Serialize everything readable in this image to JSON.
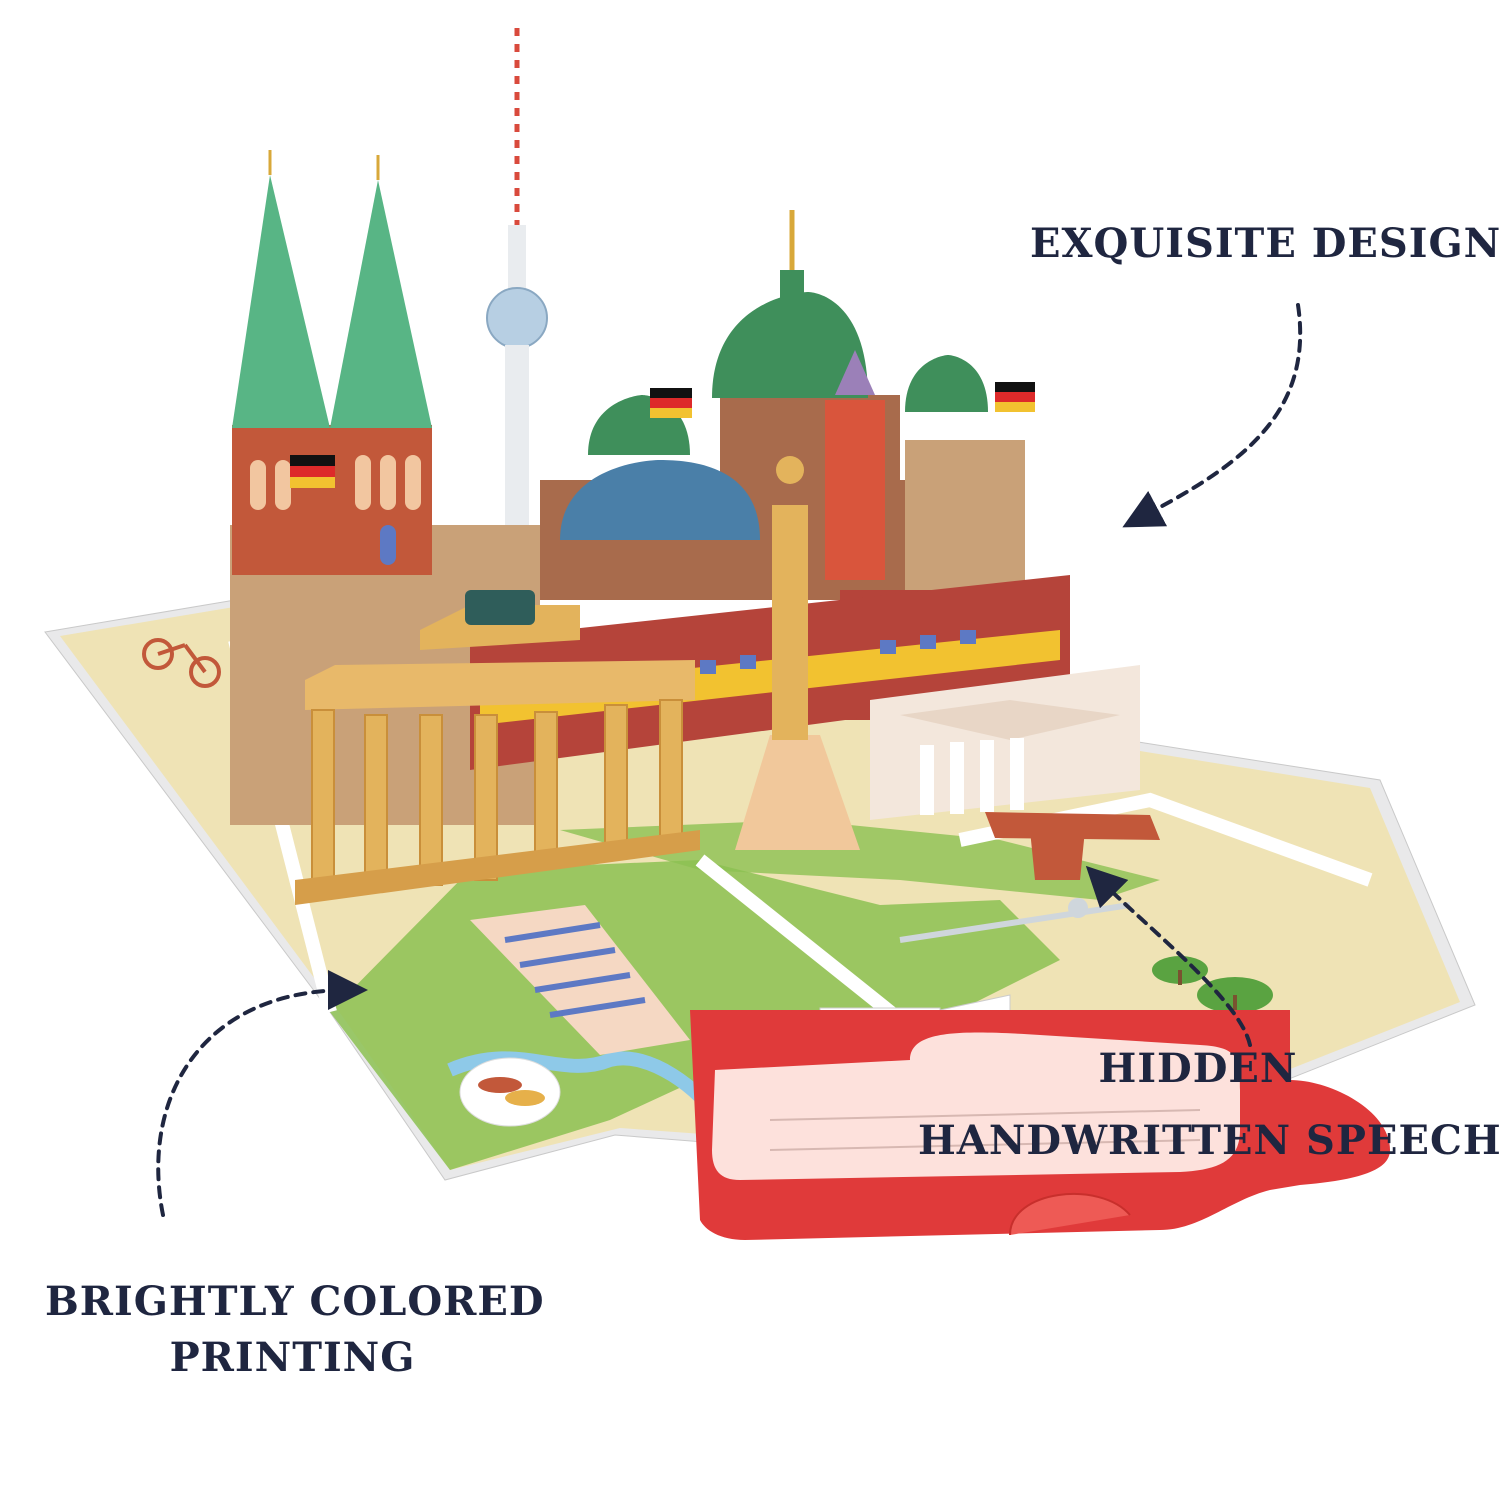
{
  "callouts": {
    "exquisite_design": "EXQUISITE DESIGN",
    "brightly_line1": "BRIGHTLY COLORED",
    "brightly_line2": "PRINTING",
    "hidden_line1": "HIDDEN",
    "hidden_line2": "HANDWRITTEN SPEECH"
  },
  "colors": {
    "text_navy": "#1f2640",
    "map_sand": "#efe3b5",
    "map_green": "#8cc152",
    "card_red": "#e03a3a",
    "spire_green": "#58b585",
    "brick": "#c2583a",
    "gate_gold": "#e3b35c"
  },
  "icons": [
    "arrow-icon",
    "tv-tower-icon",
    "cathedral-icon",
    "gate-icon",
    "dome-icon",
    "flag-icon",
    "tree-icon",
    "bicycle-icon"
  ]
}
